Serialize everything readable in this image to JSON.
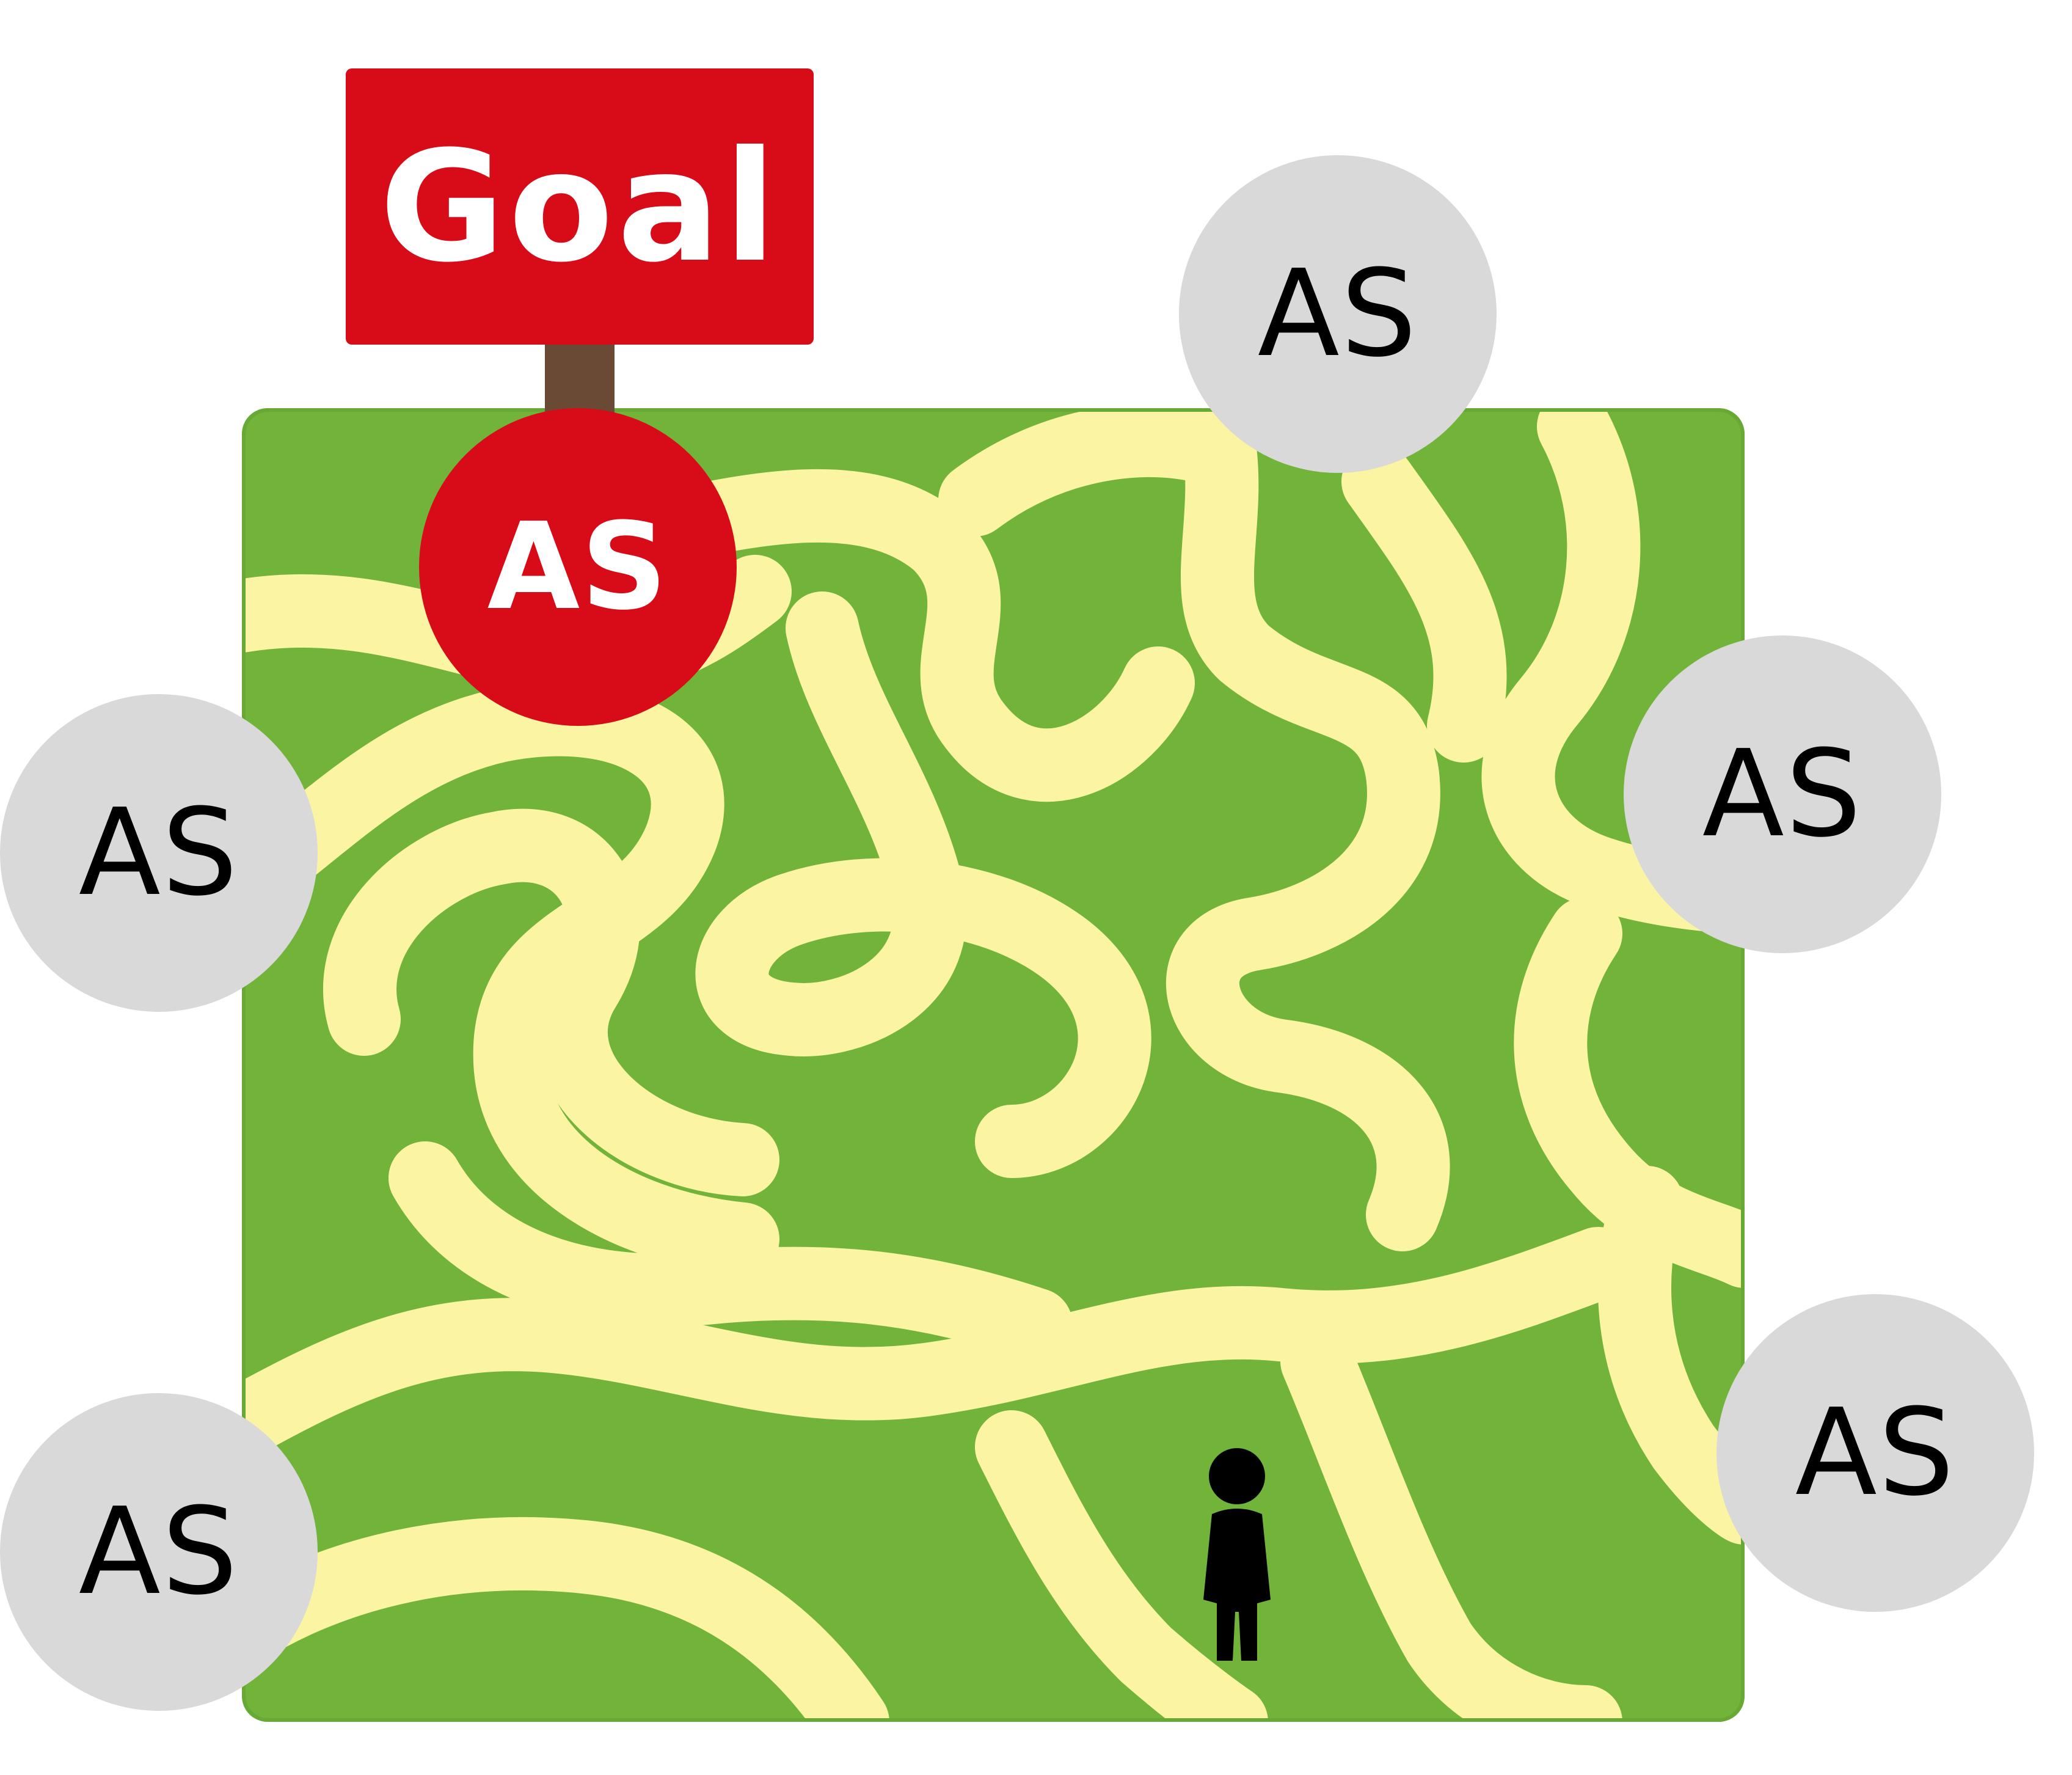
{
  "sign": {
    "text": "Goal"
  },
  "colors": {
    "maze_grass": "#72b33a",
    "maze_path": "#fbf5a3",
    "sign_red": "#d80c18",
    "sign_pole": "#6b4a35",
    "node_inactive": "#d9d9d9",
    "node_active": "#d80c18",
    "figure": "#000000"
  },
  "nodes": [
    {
      "id": "goal",
      "label": "AS",
      "state": "active"
    },
    {
      "id": "top-right",
      "label": "AS",
      "state": "inactive"
    },
    {
      "id": "left-upper",
      "label": "AS",
      "state": "inactive"
    },
    {
      "id": "right-upper",
      "label": "AS",
      "state": "inactive"
    },
    {
      "id": "left-lower",
      "label": "AS",
      "state": "inactive"
    },
    {
      "id": "right-lower",
      "label": "AS",
      "state": "inactive"
    }
  ],
  "icons": {
    "maze": "maze-illustration",
    "sign": "goal-sign",
    "figure": "person-silhouette-icon"
  }
}
